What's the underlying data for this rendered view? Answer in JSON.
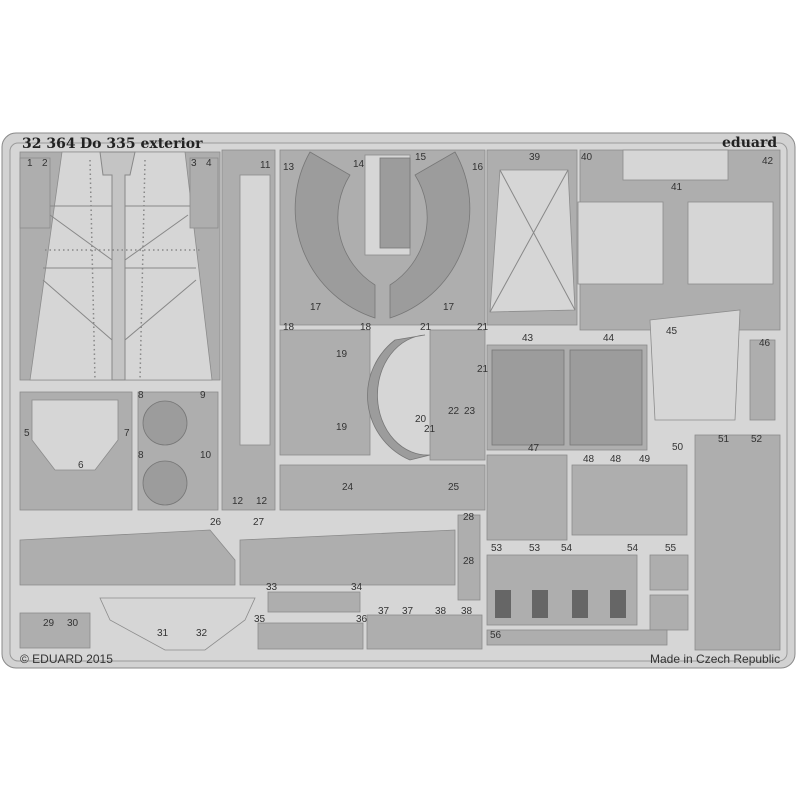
{
  "sheet": {
    "code": "32 364",
    "title": "Do 335 exterior",
    "brand": "eduard",
    "copyright": "© EDUARD 2015",
    "origin": "Made in Czech Republic"
  },
  "parts": [
    "1",
    "2",
    "3",
    "4",
    "5",
    "6",
    "7",
    "8",
    "9",
    "8",
    "10",
    "11",
    "12",
    "12",
    "13",
    "14",
    "15",
    "16",
    "17",
    "17",
    "18",
    "18",
    "19",
    "19",
    "20",
    "21",
    "21",
    "21",
    "21",
    "22",
    "23",
    "24",
    "25",
    "26",
    "27",
    "28",
    "28",
    "29",
    "30",
    "31",
    "32",
    "33",
    "34",
    "35",
    "36",
    "37",
    "37",
    "38",
    "38",
    "39",
    "40",
    "41",
    "42",
    "43",
    "44",
    "45",
    "46",
    "47",
    "48",
    "48",
    "49",
    "50",
    "51",
    "52",
    "53",
    "53",
    "54",
    "54",
    "55",
    "56"
  ]
}
